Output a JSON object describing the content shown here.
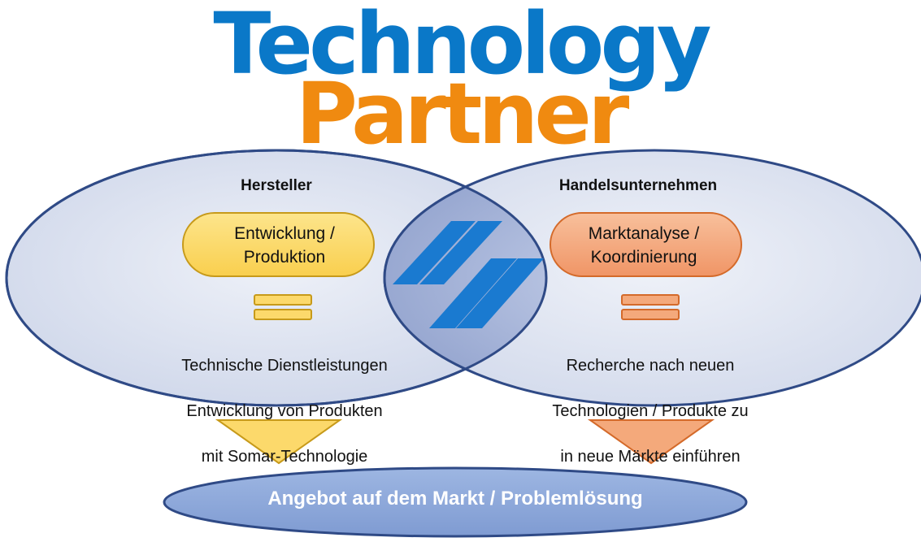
{
  "title": {
    "line1": "Technology",
    "line2": "Partner",
    "line1_color": "#0a78c8",
    "line2_color": "#f08a10"
  },
  "left": {
    "heading": "Hersteller",
    "pill_lines": [
      "Entwicklung /",
      "Produktion"
    ],
    "text_lines": [
      "Technische Dienstleistungen",
      "Entwicklung von Produkten",
      "mit Somar-Technologie"
    ],
    "pill_color": "#fcd96b",
    "accent_color": "#c79a1a"
  },
  "right": {
    "heading": "Handelsunternehmen",
    "pill_lines": [
      "Marktanalyse /",
      "Koordinierung"
    ],
    "text_lines": [
      "Recherche nach neuen",
      "Technologien / Produkte zu",
      "in neue Märkte einführen"
    ],
    "pill_color": "#f4a97b",
    "accent_color": "#d46a2a"
  },
  "center": {
    "logo": "somar-logo-icon",
    "logo_color": "#1a7ad0"
  },
  "bottom": {
    "label": "Angebot auf dem Markt / Problemlösung",
    "fill_color": "#8eaadb"
  },
  "ellipse_stroke": "#2f4a86",
  "ellipse_fill": "#dde3f1"
}
